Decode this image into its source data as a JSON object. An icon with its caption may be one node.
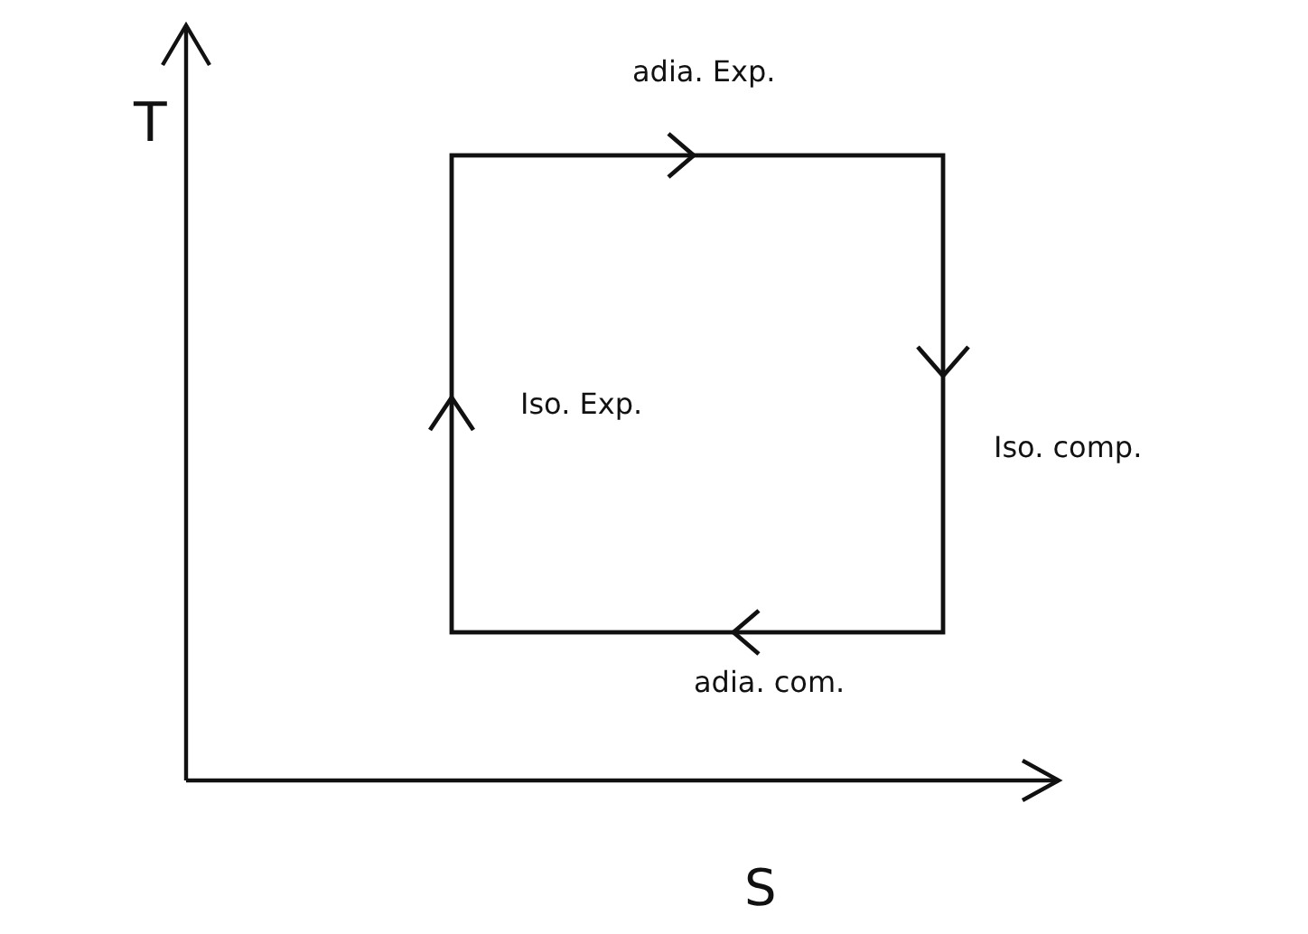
{
  "diagram": {
    "labels": [
      "adia. Exp.",
      "T",
      "Iso. Exp.",
      "Iso. comp.",
      "adia. com.",
      "S"
    ]
  }
}
